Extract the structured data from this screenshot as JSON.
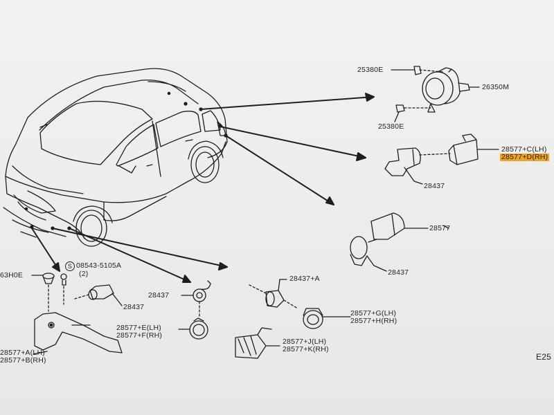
{
  "labels": {
    "p25380e_top": "25380E",
    "p26350m": "26350M",
    "p25380e_bottom": "25380E",
    "p28577_c": "28577+C(LH)",
    "p28577_d": "28577+D(RH)",
    "p28437_upper": "28437",
    "p28577": "28577",
    "p28437_mid": "28437",
    "p63h0e": "63H0E",
    "bolt_spec": "08543-5105A",
    "bolt_qty": "(2)",
    "bolt_symbol": "S",
    "p28437_bracket": "28437",
    "p28437_left": "28437",
    "p28577_e": "28577+E(LH)",
    "p28577_f": "28577+F(RH)",
    "p28437_a": "28437+A",
    "p28577_g": "28577+G(LH)",
    "p28577_h": "28577+H(RH)",
    "p28577_j": "28577+J(LH)",
    "p28577_k": "28577+K(RH)",
    "p28577_a": "28577+A(LH)",
    "p28577_b": "28577+B(RH)",
    "sheet_id": "E25"
  },
  "colors": {
    "paper": "#eeefed",
    "line": "#1e1e1e",
    "highlight": "#f0a127"
  }
}
